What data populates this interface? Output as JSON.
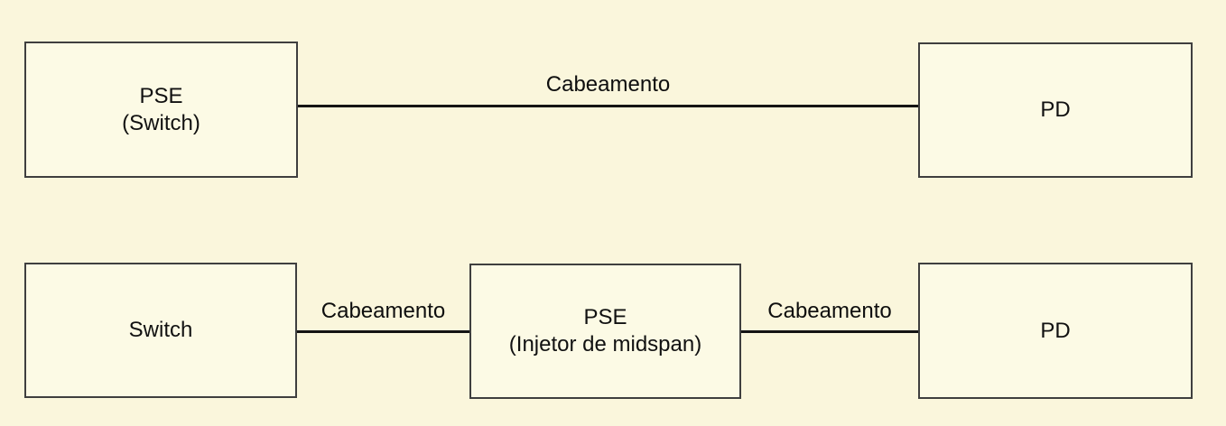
{
  "diagram": {
    "title_semantic": "PoE endspan vs midspan topology diagram",
    "colors": {
      "background": "#faf6dc",
      "box_fill": "#fcfae5",
      "box_border": "#3f3f3f",
      "link_line": "#141414",
      "text": "#111111"
    },
    "rows": [
      {
        "name": "endspan",
        "nodes": [
          {
            "id": "pse-switch",
            "line1": "PSE",
            "line2": "(Switch)"
          },
          {
            "id": "pd-top",
            "line1": "PD"
          }
        ],
        "links": [
          {
            "id": "cable-top",
            "label": "Cabeamento"
          }
        ]
      },
      {
        "name": "midspan",
        "nodes": [
          {
            "id": "switch",
            "line1": "Switch"
          },
          {
            "id": "pse-midspan",
            "line1": "PSE",
            "line2": "(Injetor de midspan)"
          },
          {
            "id": "pd-bottom",
            "line1": "PD"
          }
        ],
        "links": [
          {
            "id": "cable-bottom-left",
            "label": "Cabeamento"
          },
          {
            "id": "cable-bottom-right",
            "label": "Cabeamento"
          }
        ]
      }
    ]
  }
}
